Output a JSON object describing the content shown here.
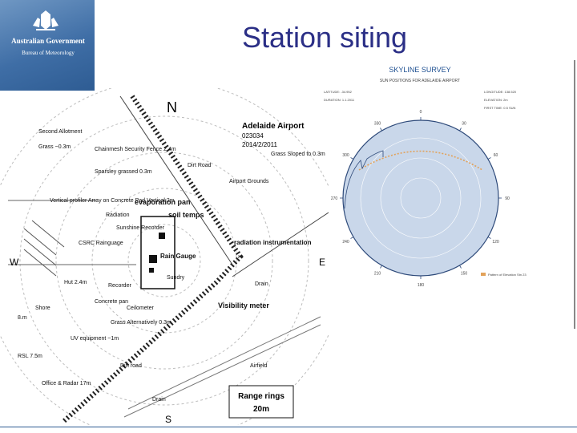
{
  "slide": {
    "title": "Station siting",
    "logo": {
      "government": "Australian Government",
      "bureau": "Bureau of Meteorology"
    }
  },
  "site_plan": {
    "compass": {
      "north": "N",
      "south": "S",
      "east": "E",
      "west": "W"
    },
    "header": {
      "name": "Adelaide Airport",
      "id": "023034",
      "date": "2014/2/2011"
    },
    "labels": {
      "second_allotment": "Second Allotment",
      "grass_1": "Grass ~0.3m",
      "chainmesh": "Chainmesh Security Fence 2.4m",
      "dirt_road": "Dirt Road",
      "grass_sloped": "Grass Sloped to 0.3m",
      "sparse_grass": "Sparsley grassed 0.3m",
      "airport_grounds": "Airport Grounds",
      "vertical_profiler": "Vertical profiler Array on Concrete Pad Vertical 2m",
      "evaporation_pan": "evaporation pan",
      "radiation": "Radiation",
      "soil_temps": "soil temps",
      "sunshine": "Sunshine Recorder",
      "csrc": "CSRC Rainguage",
      "radiation_instruments": "radiation instrumentation",
      "rain_gauge": "Rain Gauge",
      "sundry": "Sundry",
      "hut": "Hut 2.4m",
      "recorder": "Recorder",
      "drain_1": "Drain",
      "concrete_pan": "Concrete pan",
      "ceilometer": "Ceilometer",
      "shore": "Shore",
      "b_m": "8.m",
      "visibility_meter": "Visibility meter",
      "grass_2": "Grass Alternatively 0.3m",
      "uv_equipment": "UV equipment ~1m",
      "rsl": "RSL 7.5m",
      "office_radar": "Office & Radar 17m",
      "dirt_road_2": "Dirt road",
      "airfield": "Airfield",
      "drain_2": "Drain",
      "range_rings": "Range rings",
      "range_distance": "20m"
    }
  },
  "skyline": {
    "title": "SKYLINE SURVEY",
    "subtitle": "SUN POSITIONS FOR ADELAIDE AIRPORT",
    "top_left": [
      "LATITUDE: -34.952",
      "DURATION: 1.1.2011"
    ],
    "top_right": [
      "LONGITUDE: 138.520",
      "ELEVATION: 2m",
      "FIRST TIME: 0.5 SUN"
    ],
    "legend": "Pattern of Elevation Stn 23",
    "azimuths": [
      "0",
      "30",
      "60",
      "90",
      "120",
      "150",
      "180",
      "210",
      "240",
      "270",
      "300",
      "330"
    ]
  },
  "colors": {
    "title": "#2b2f86",
    "logo_bg": "#3f6ea6",
    "sun_path": "#e2a25a",
    "skyline_fill": "#c9d7ea"
  }
}
